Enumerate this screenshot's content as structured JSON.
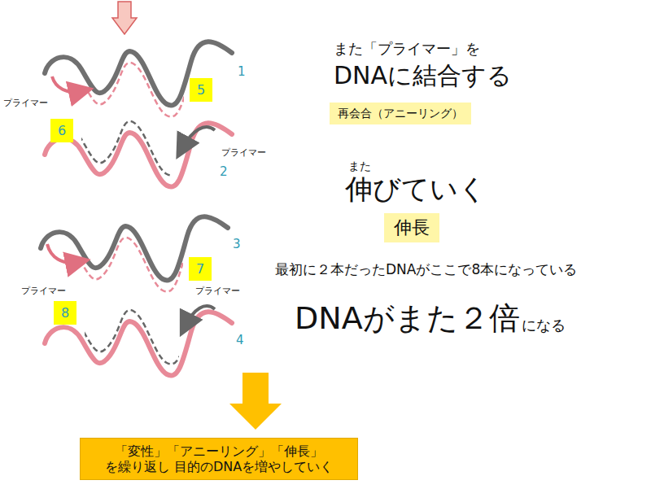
{
  "diagram": {
    "nodes": [
      {
        "text": [
          "5"
        ]
      },
      {
        "text": [
          "再会合（アニーリング）"
        ]
      },
      {
        "text": [
          "6"
        ]
      },
      {
        "text": [
          "伸長"
        ]
      },
      {
        "text": [
          "7"
        ]
      },
      {
        "text": [
          "8"
        ]
      },
      {
        "text": [
          "「変性」「アニーリング」「伸長」を繰り返し 目的のDNAを増やしていく"
        ]
      }
    ],
    "labels": [
      "また「プライマー」を",
      "1",
      "DNAに結合する",
      "プライマー",
      "プライマー",
      "2",
      "また",
      "伸びていく",
      "3",
      "最初に２本だったDNAがここで8本になっている",
      "プライマー",
      "プライマー",
      "DNAがまた２倍",
      "になる",
      "4"
    ]
  }
}
